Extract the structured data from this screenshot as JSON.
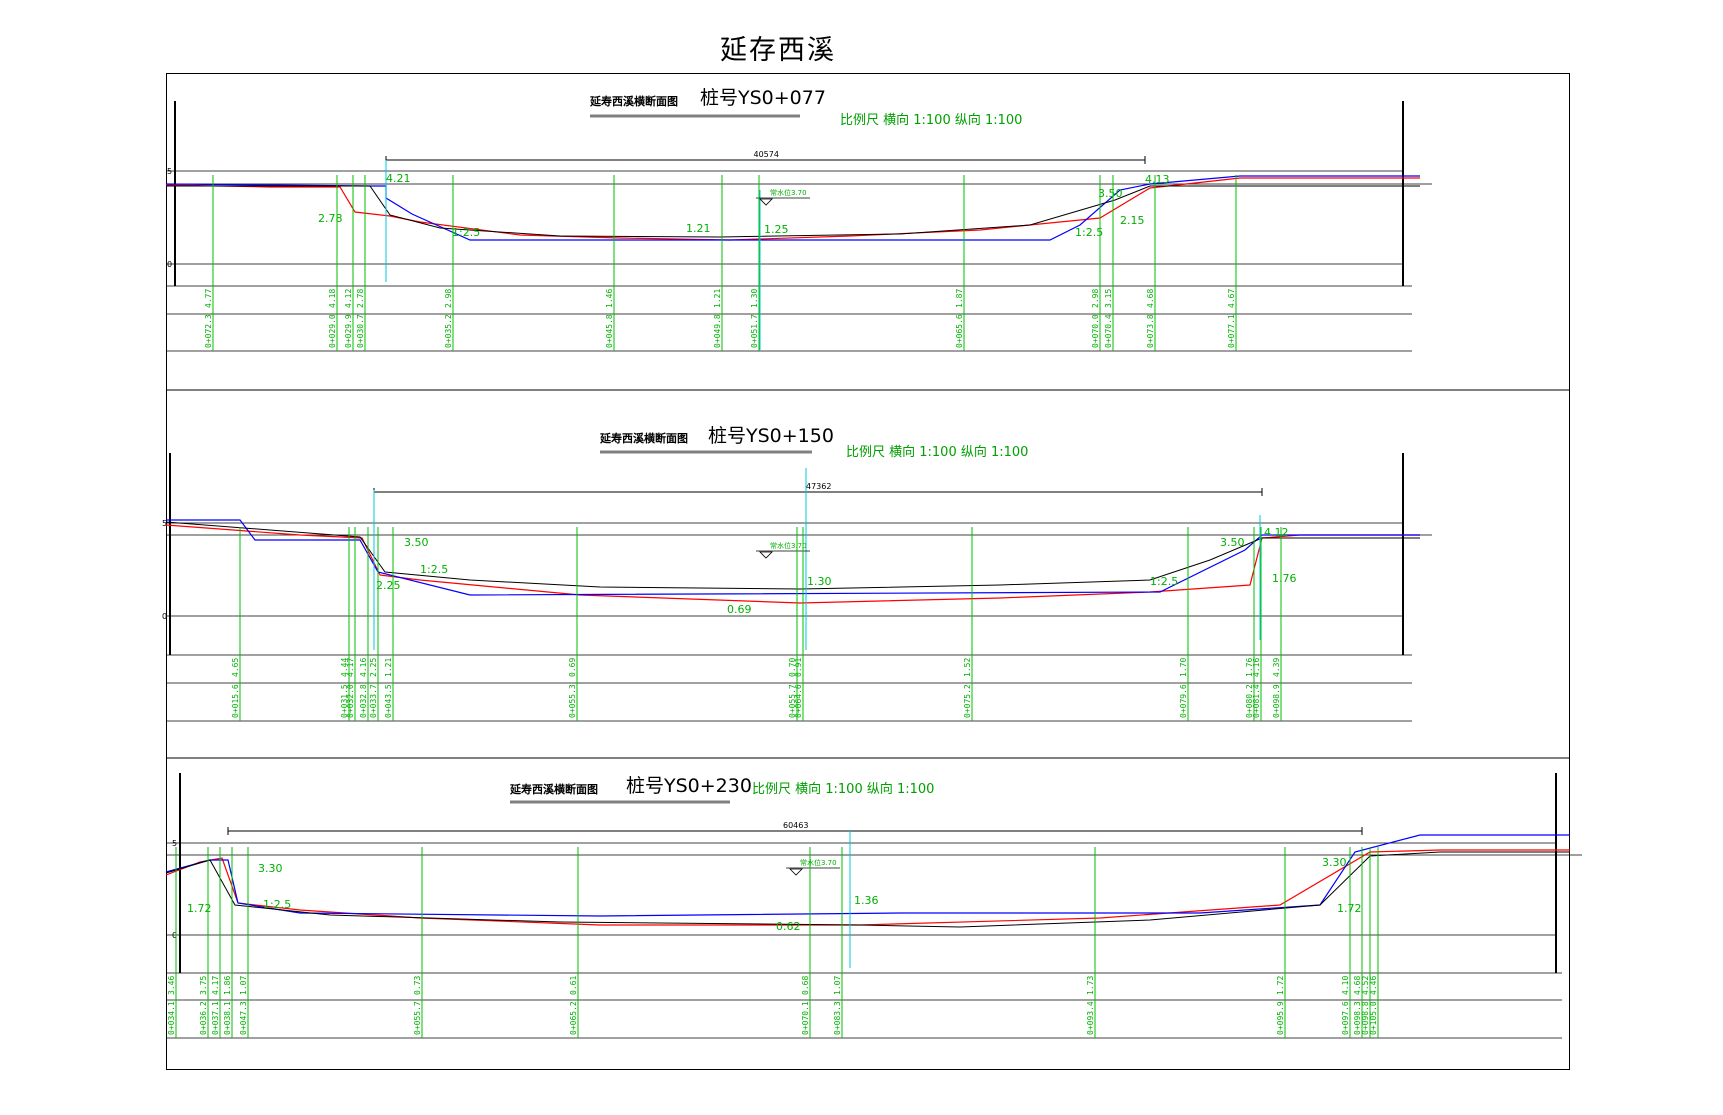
{
  "title": "延存西溪",
  "sections": [
    {
      "heading": "延寿西溪横断面图",
      "station": "桩号YS0+077",
      "scale_prefix": "比例尺",
      "h_label": "横向",
      "h_scale": "1:100",
      "v_label": "纵向",
      "v_scale": "1:100",
      "width_dim": "40574",
      "water_level": "常水位3.70",
      "axis_top": "5",
      "axis_bottom": "0",
      "elev_labels": [
        "4.21",
        "2.78",
        "1.21",
        "1.25",
        "3.50",
        "4.13",
        "2.15"
      ],
      "slopes": [
        "1:2.5",
        "1:2.5"
      ],
      "elevations": [
        "4.77",
        "4.18",
        "4.12",
        "2.78",
        "2.98",
        "1.46",
        "1.21",
        "1.30",
        "1.87",
        "2.98",
        "3.15",
        "4.68",
        "4.67"
      ],
      "chainages": [
        "0+072.3",
        "0+029.0",
        "0+029.9",
        "0+030.7",
        "0+035.2",
        "0+045.8",
        "0+049.8",
        "0+051.7",
        "0+065.6",
        "0+070.0",
        "0+070.4",
        "0+073.8",
        "0+077.1"
      ]
    },
    {
      "heading": "延寿西溪横断面图",
      "station": "桩号YS0+150",
      "scale_prefix": "比例尺",
      "h_label": "横向",
      "h_scale": "1:100",
      "v_label": "纵向",
      "v_scale": "1:100",
      "width_dim": "47362",
      "water_level": "常水位3.70",
      "axis_top": "5",
      "axis_bottom": "0",
      "elev_labels": [
        "3.50",
        "2.25",
        "1.30",
        "0.69",
        "3.50",
        "4.12",
        "1.76"
      ],
      "slopes": [
        "1:2.5",
        "1:2.5"
      ],
      "elevations": [
        "4.65",
        "4.44",
        "4.17",
        "4.16",
        "2.25",
        "1.21",
        "0.69",
        "0.70",
        "0.91",
        "1.52",
        "1.70",
        "1.76",
        "4.16",
        "4.39"
      ],
      "chainages": [
        "0+015.6",
        "0+031.5",
        "0+032.0",
        "0+032.8",
        "0+033.7",
        "0+043.5",
        "0+055.3",
        "0+055.7",
        "0+064.6",
        "0+075.2",
        "0+079.6",
        "0+080.2",
        "0+081.4",
        "0+098.9"
      ]
    },
    {
      "heading": "延寿西溪横断面图",
      "station": "桩号YS0+230",
      "scale_prefix": "比例尺",
      "h_label": "横向",
      "h_scale": "1:100",
      "v_label": "纵向",
      "v_scale": "1:100",
      "width_dim": "60463",
      "water_level": "常水位3.70",
      "axis_top": "5",
      "axis_bottom": "0",
      "elev_labels": [
        "3.30",
        "1.72",
        "0.62",
        "1.36",
        "3.30",
        "1.72"
      ],
      "slopes": [
        "1:2.5"
      ],
      "elevations": [
        "3.46",
        "3.75",
        "4.17",
        "1.86",
        "1.07",
        "0.73",
        "0.61",
        "0.68",
        "1.07",
        "1.73",
        "1.72",
        "4.10",
        "4.68",
        "4.52",
        "4.46"
      ],
      "chainages": [
        "0+034.1",
        "0+036.2",
        "0+037.1",
        "0+038.1",
        "0+047.3",
        "0+055.7",
        "0+065.2",
        "0+070.1",
        "0+083.3",
        "0+093.4",
        "0+095.9",
        "0+097.6",
        "0+098.3",
        "0+098.8",
        "0+105.0"
      ]
    }
  ],
  "colors": {
    "ground": "#ff0000",
    "design": "#0000ff",
    "green": "#00c000",
    "cyan": "#00c8e0"
  }
}
